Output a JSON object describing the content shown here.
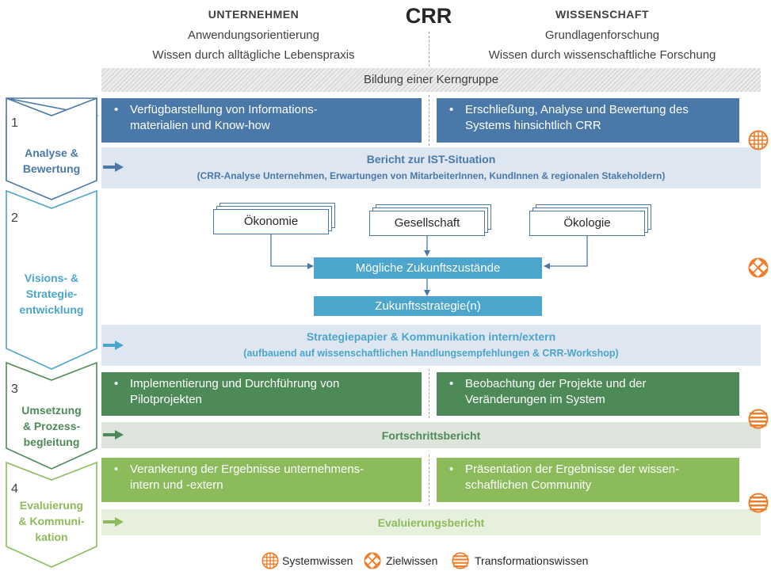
{
  "header": {
    "left_title": "UNTERNEHMEN",
    "left_line1": "Anwendungsorientierung",
    "left_line2": "Wissen durch alltägliche Lebenspraxis",
    "center_title": "CRR",
    "right_title": "WISSENSCHAFT",
    "right_line1": "Grundlagenforschung",
    "right_line2": "Wissen durch wissenschaftliche Forschung"
  },
  "kerngruppe": "Bildung einer Kerngruppe",
  "phases": [
    {
      "number": "1",
      "name_lines": [
        "Analyse &",
        "Bewertung"
      ],
      "color": "#4a79a9"
    },
    {
      "number": "2",
      "name_lines": [
        "Visions- &",
        "Strategie-",
        "entwicklung"
      ],
      "color": "#4ba5cc"
    },
    {
      "number": "3",
      "name_lines": [
        "Umsetzung",
        "& Prozess-",
        "begleitung"
      ],
      "color": "#4e8a57"
    },
    {
      "number": "4",
      "name_lines": [
        "Evaluierung",
        "& Kommuni-",
        "kation"
      ],
      "color": "#8cbb5b"
    }
  ],
  "phase1": {
    "left_box": [
      "Verfügbarstellung von Informations-",
      "materialien und Know-how"
    ],
    "right_box": [
      "Erschließung, Analyse und Bewertung des",
      "Systems hinsichtlich CRR"
    ],
    "band_title": "Bericht zur IST-Situation",
    "band_subtitle": "(CRR-Analyse Unternehmen, Erwartungen von MitarbeiterInnen, KundInnen & regionalen Stakeholdern)"
  },
  "phase2": {
    "dimensions": [
      "Ökonomie",
      "Gesellschaft",
      "Ökologie"
    ],
    "futures": "Mögliche Zukunftszustände",
    "strategy": "Zukunftsstrategie(n)",
    "band_title": "Strategiepapier & Kommunikation intern/extern",
    "band_subtitle": "(aufbauend auf wissenschaftlichen Handlungsempfehlungen & CRR-Workshop)"
  },
  "phase3": {
    "left_box": [
      "Implementierung und Durchführung von",
      "Pilotprojekten"
    ],
    "right_box": [
      "Beobachtung der Projekte und der",
      "Veränderungen im System"
    ],
    "band_title": "Fortschrittsbericht"
  },
  "phase4": {
    "left_box": [
      "Verankerung der Ergebnisse unternehmens-",
      "intern und -extern"
    ],
    "right_box": [
      "Präsentation der Ergebnisse der wissen-",
      "schaftlichen Community"
    ],
    "band_title": "Evaluierungsbericht"
  },
  "bullet": "•",
  "legend": [
    "Systemwissen",
    "Zielwissen",
    "Transformationswissen"
  ],
  "colors": {
    "blue_dark": "#4a79a9",
    "blue_light": "#4ba5cc",
    "green_dark": "#4e8a57",
    "green_light": "#8cbb5b",
    "orange": "#f07d2a"
  },
  "icons": [
    "systemwissen-icon",
    "zielwissen-icon",
    "transformationswissen-icon"
  ]
}
